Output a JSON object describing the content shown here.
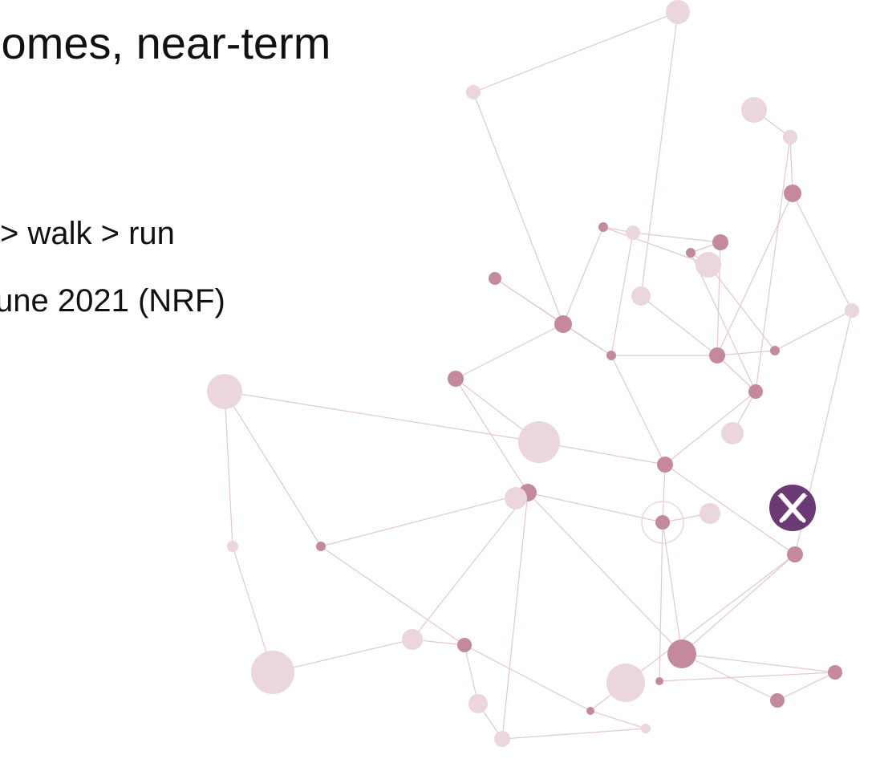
{
  "slide": {
    "title": "tcomes, near-term",
    "bullets": [
      "> walk > run",
      "une 2021 (NRF)"
    ]
  },
  "decoration": {
    "type": "network-graph",
    "node_color": "#c48a9c",
    "node_color_light": "#ead6dc",
    "edge_color": "#e3c7cf",
    "logo_color": "#6b3a74",
    "logo_icon": "x-logo-icon"
  }
}
